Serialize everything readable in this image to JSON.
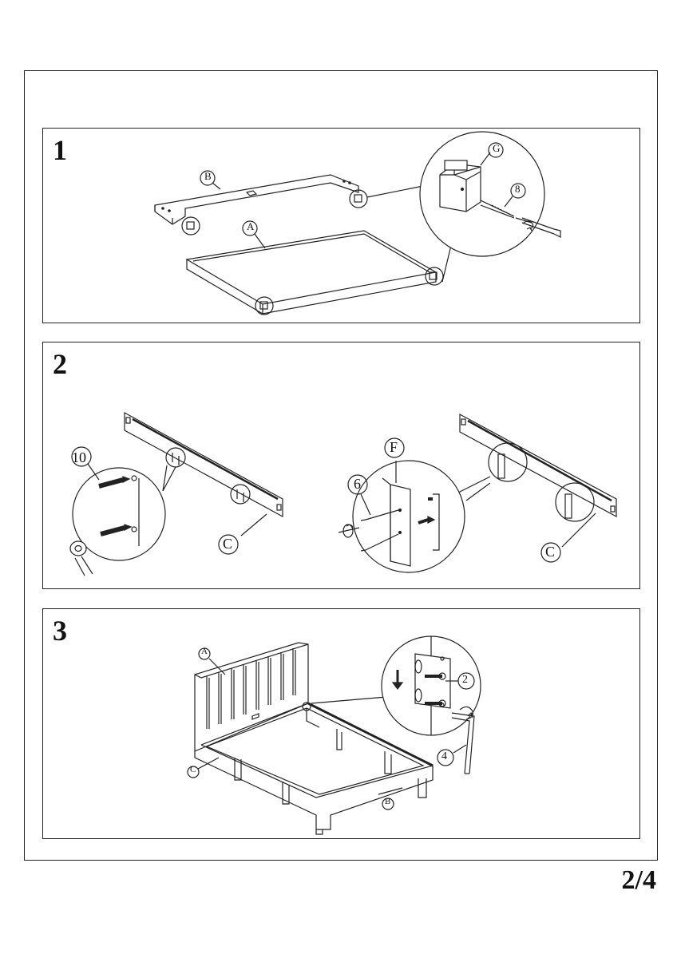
{
  "page_number": "2/4",
  "steps": [
    {
      "number": "1",
      "labels": {
        "a": "A",
        "b": "B",
        "g": "G",
        "n8": "8"
      }
    },
    {
      "number": "2",
      "labels": {
        "n10": "10",
        "c_left": "C",
        "f": "F",
        "n6": "6",
        "c_right": "C"
      }
    },
    {
      "number": "3",
      "labels": {
        "a": "A",
        "b": "B",
        "c": "C",
        "n2": "2",
        "n4": "4"
      }
    }
  ]
}
